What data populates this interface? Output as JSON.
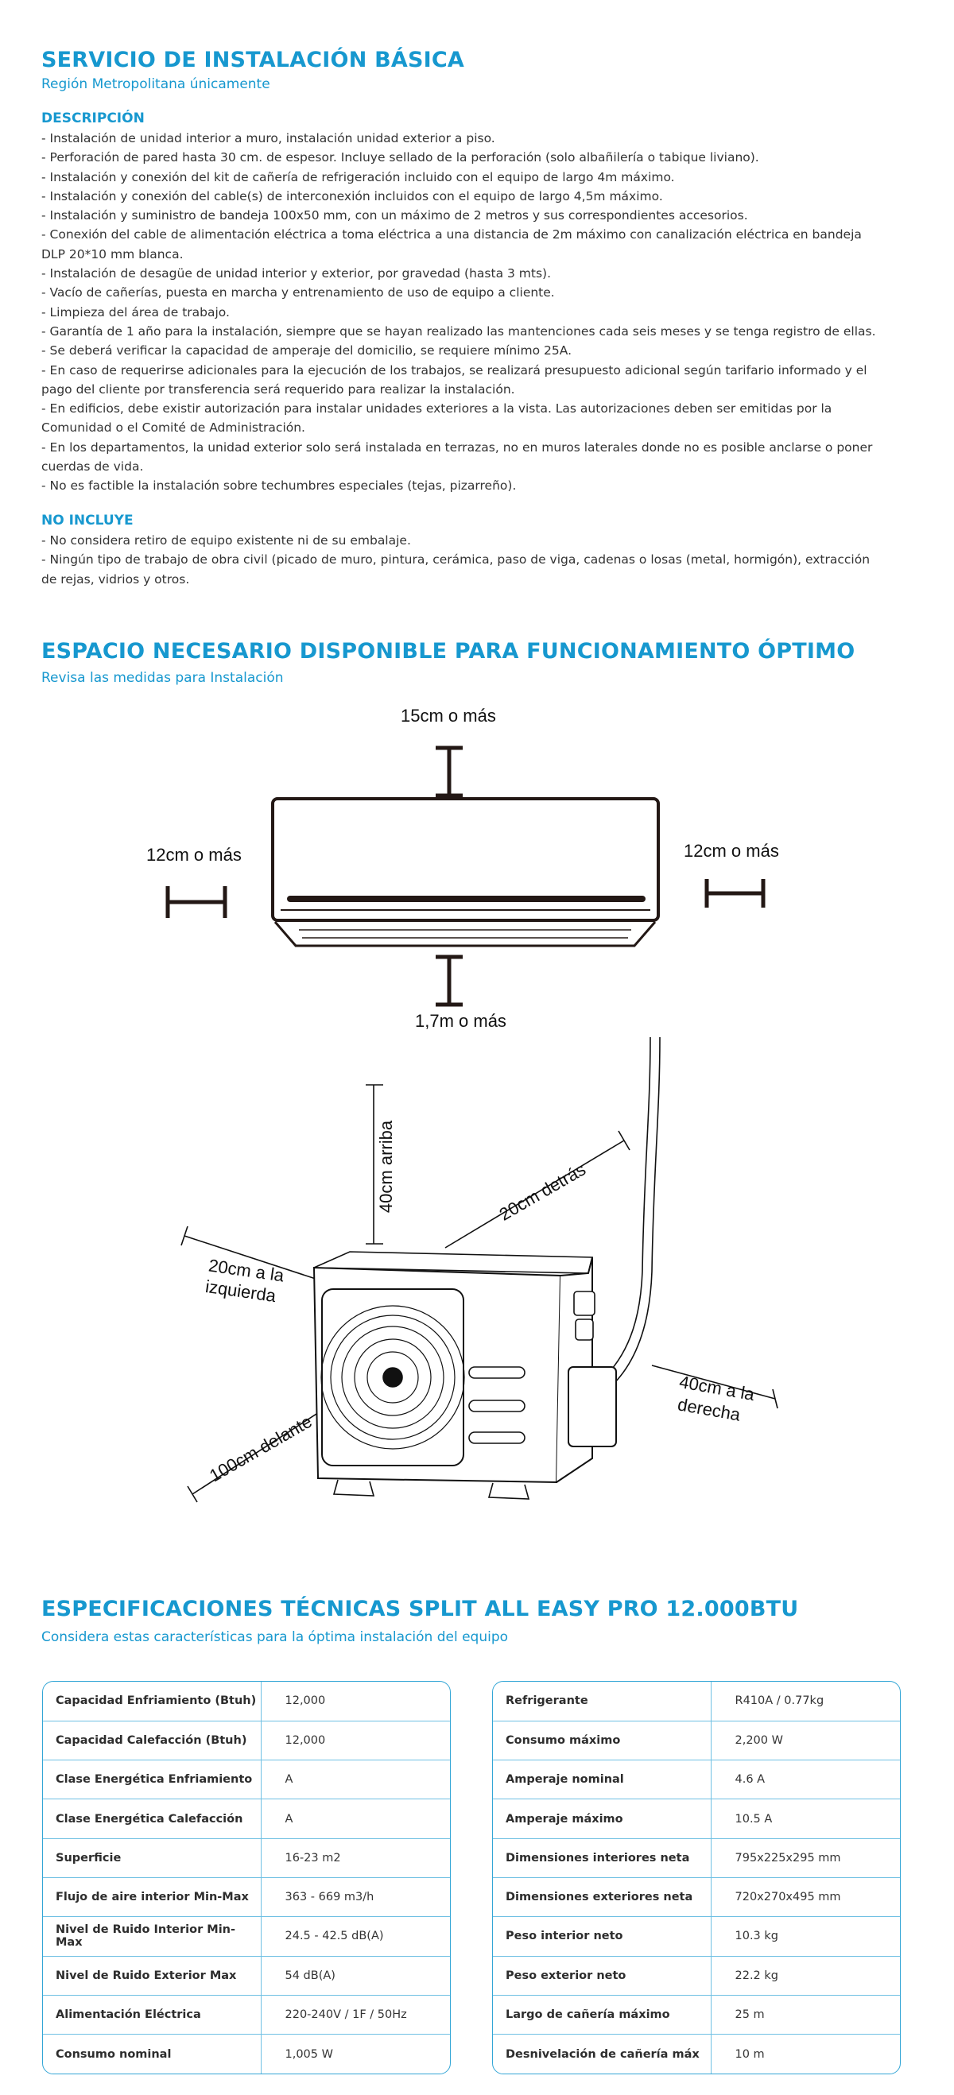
{
  "install": {
    "title": "SERVICIO DE INSTALACIÓN BÁSICA",
    "subtitle": "Región Metropolitana únicamente",
    "description_heading": "DESCRIPCIÓN",
    "description_lines": [
      "- Instalación de unidad interior a muro, instalación unidad exterior a piso.",
      "- Perforación de pared hasta 30 cm. de espesor. Incluye sellado de la perforación (solo albañilería o tabique liviano).",
      "- Instalación y conexión del kit de cañería de refrigeración incluido con el equipo de largo 4m máximo.",
      "- Instalación y conexión del cable(s) de interconexión incluidos con el equipo de largo 4,5m máximo.",
      "- Instalación y suministro de bandeja 100x50 mm, con un máximo de 2 metros y sus correspondientes accesorios.",
      "- Conexión del cable de alimentación eléctrica a toma eléctrica a una distancia de 2m máximo con canalización eléctrica en bandeja",
      "DLP 20*10 mm blanca.",
      "- Instalación de desagüe de unidad interior y exterior, por gravedad (hasta 3 mts).",
      "- Vacío de cañerías, puesta en marcha y entrenamiento de uso de equipo a cliente.",
      "- Limpieza del área de trabajo.",
      "- Garantía de 1 año para la instalación, siempre que se hayan realizado las mantenciones cada seis meses y se tenga registro de ellas.",
      "- Se deberá verificar la capacidad de amperaje del domicilio, se requiere mínimo 25A.",
      "- En caso de requerirse adicionales para la ejecución de los trabajos, se realizará presupuesto adicional según tarifario informado y el",
      "pago del cliente por transferencia será requerido para realizar la instalación.",
      "- En edificios, debe existir autorización para instalar unidades exteriores a la vista. Las autorizaciones deben ser emitidas por la",
      "Comunidad o el Comité de Administración.",
      "- En los departamentos, la unidad exterior solo será instalada en terrazas, no en muros laterales donde no es posible anclarse o poner",
      "cuerdas de vida.",
      "- No es factible la instalación sobre techumbres especiales (tejas, pizarreño)."
    ],
    "excludes_heading": "NO INCLUYE",
    "excludes_lines": [
      "- No considera retiro de equipo existente ni de su embalaje.",
      "- Ningún tipo de trabajo de obra civil (picado de muro, pintura, cerámica, paso de viga, cadenas o losas (metal, hormigón), extracción",
      "de rejas, vidrios y otros."
    ]
  },
  "space": {
    "title": "ESPACIO NECESARIO DISPONIBLE PARA FUNCIONAMIENTO ÓPTIMO",
    "subtitle": "Revisa las medidas para Instalación",
    "indoor": {
      "top": "15cm o más",
      "left": "12cm o más",
      "right": "12cm o más",
      "bottom": "1,7m o más"
    },
    "outdoor": {
      "up": "40cm arriba",
      "behind": "20cm detrás",
      "left_1": "20cm a la",
      "left_2": "izquierda",
      "front": "100cm delante",
      "right_1": "40cm a la",
      "right_2": "derecha"
    }
  },
  "specs": {
    "title": "ESPECIFICACIONES TÉCNICAS SPLIT ALL EASY PRO 12.000BTU",
    "subtitle": "Considera estas características para la óptima instalación del equipo",
    "left": [
      {
        "label": "Capacidad Enfriamiento (Btuh)",
        "value": "12,000"
      },
      {
        "label": "Capacidad Calefacción (Btuh)",
        "value": "12,000"
      },
      {
        "label": "Clase Energética Enfriamiento",
        "value": "A"
      },
      {
        "label": "Clase Energética Calefacción",
        "value": "A"
      },
      {
        "label": "Superficie",
        "value": "16-23 m2"
      },
      {
        "label": "Flujo de aire interior Min-Max",
        "value": "363 - 669 m3/h"
      },
      {
        "label": "Nivel de Ruido Interior Min-Max",
        "value": "24.5 - 42.5 dB(A)"
      },
      {
        "label": "Nivel de Ruido Exterior Max",
        "value": "54 dB(A)"
      },
      {
        "label": "Alimentación Eléctrica",
        "value": "220-240V / 1F / 50Hz"
      },
      {
        "label": "Consumo nominal",
        "value": "1,005 W"
      }
    ],
    "right": [
      {
        "label": "Refrigerante",
        "value": "R410A / 0.77kg"
      },
      {
        "label": "Consumo máximo",
        "value": "2,200 W"
      },
      {
        "label": "Amperaje nominal",
        "value": "4.6 A"
      },
      {
        "label": "Amperaje máximo",
        "value": "10.5 A"
      },
      {
        "label": "Dimensiones interiores neta",
        "value": "795x225x295 mm"
      },
      {
        "label": "Dimensiones exteriores neta",
        "value": "720x270x495 mm"
      },
      {
        "label": "Peso interior neto",
        "value": "10.3 kg"
      },
      {
        "label": "Peso exterior neto",
        "value": "22.2 kg"
      },
      {
        "label": "Largo de cañería máximo",
        "value": "25 m"
      },
      {
        "label": "Desnivelación de cañería máx",
        "value": "10 m"
      }
    ]
  },
  "colors": {
    "accent": "#1798cf",
    "table_border": "#33a6d6",
    "text": "#333333"
  }
}
